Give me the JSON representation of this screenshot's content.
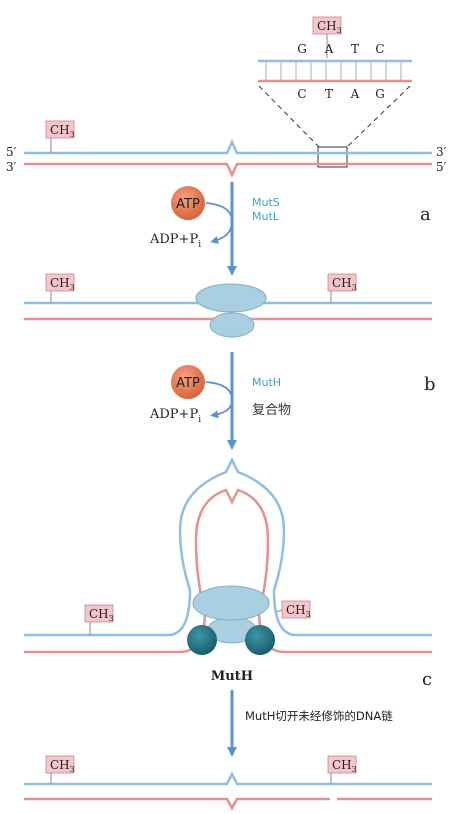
{
  "top_detail": {
    "methyl": "CH",
    "methyl_sub": "3",
    "upper_sequence": [
      "G",
      "A",
      "T",
      "C"
    ],
    "lower_sequence": [
      "C",
      "T",
      "A",
      "G"
    ]
  },
  "strand_ends": {
    "left_top": "5′",
    "left_bottom": "3′",
    "right_top": "3′",
    "right_bottom": "5′"
  },
  "methyl_tag": {
    "text": "CH",
    "sub": "3"
  },
  "step_a": {
    "letter": "a",
    "atp": "ATP",
    "adp": "ADP+P",
    "adp_sub": "i",
    "protein_1": "MutS",
    "protein_2": "MutL"
  },
  "step_b": {
    "letter": "b",
    "atp": "ATP",
    "adp": "ADP+P",
    "adp_sub": "i",
    "protein": "MutH",
    "complex": "复合物"
  },
  "step_c": {
    "letter": "c",
    "enzyme_label": "MutH",
    "note": "MutH切开未经修饰的DNA链"
  },
  "colors": {
    "parent_strand": "#8fbde3",
    "daughter_strand": "#e79090",
    "arrow": "#5b93cf",
    "protein_text": "#3aa3c9",
    "atp_circle": "#dd6a43",
    "mutsl_complex": "#a9cfe0",
    "muth": "#1e6f82",
    "tag_fill": "#f4c6cc"
  }
}
